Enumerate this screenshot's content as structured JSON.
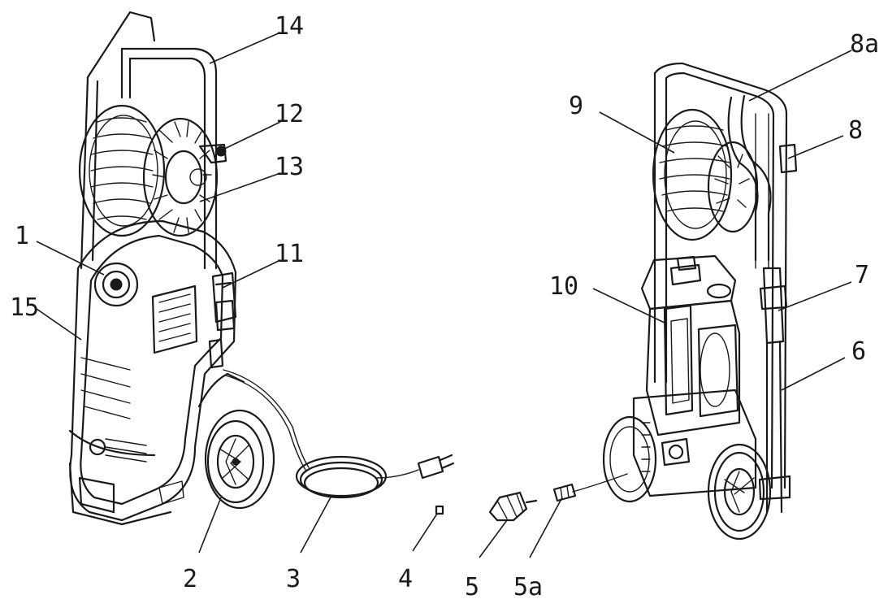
{
  "callouts": {
    "c1": "1",
    "c2": "2",
    "c3": "3",
    "c4": "4",
    "c5": "5",
    "c5a": "5a",
    "c6": "6",
    "c7": "7",
    "c8": "8",
    "c8a": "8a",
    "c9": "9",
    "c10": "10",
    "c11": "11",
    "c12": "12",
    "c13": "13",
    "c14": "14",
    "c15": "15"
  }
}
